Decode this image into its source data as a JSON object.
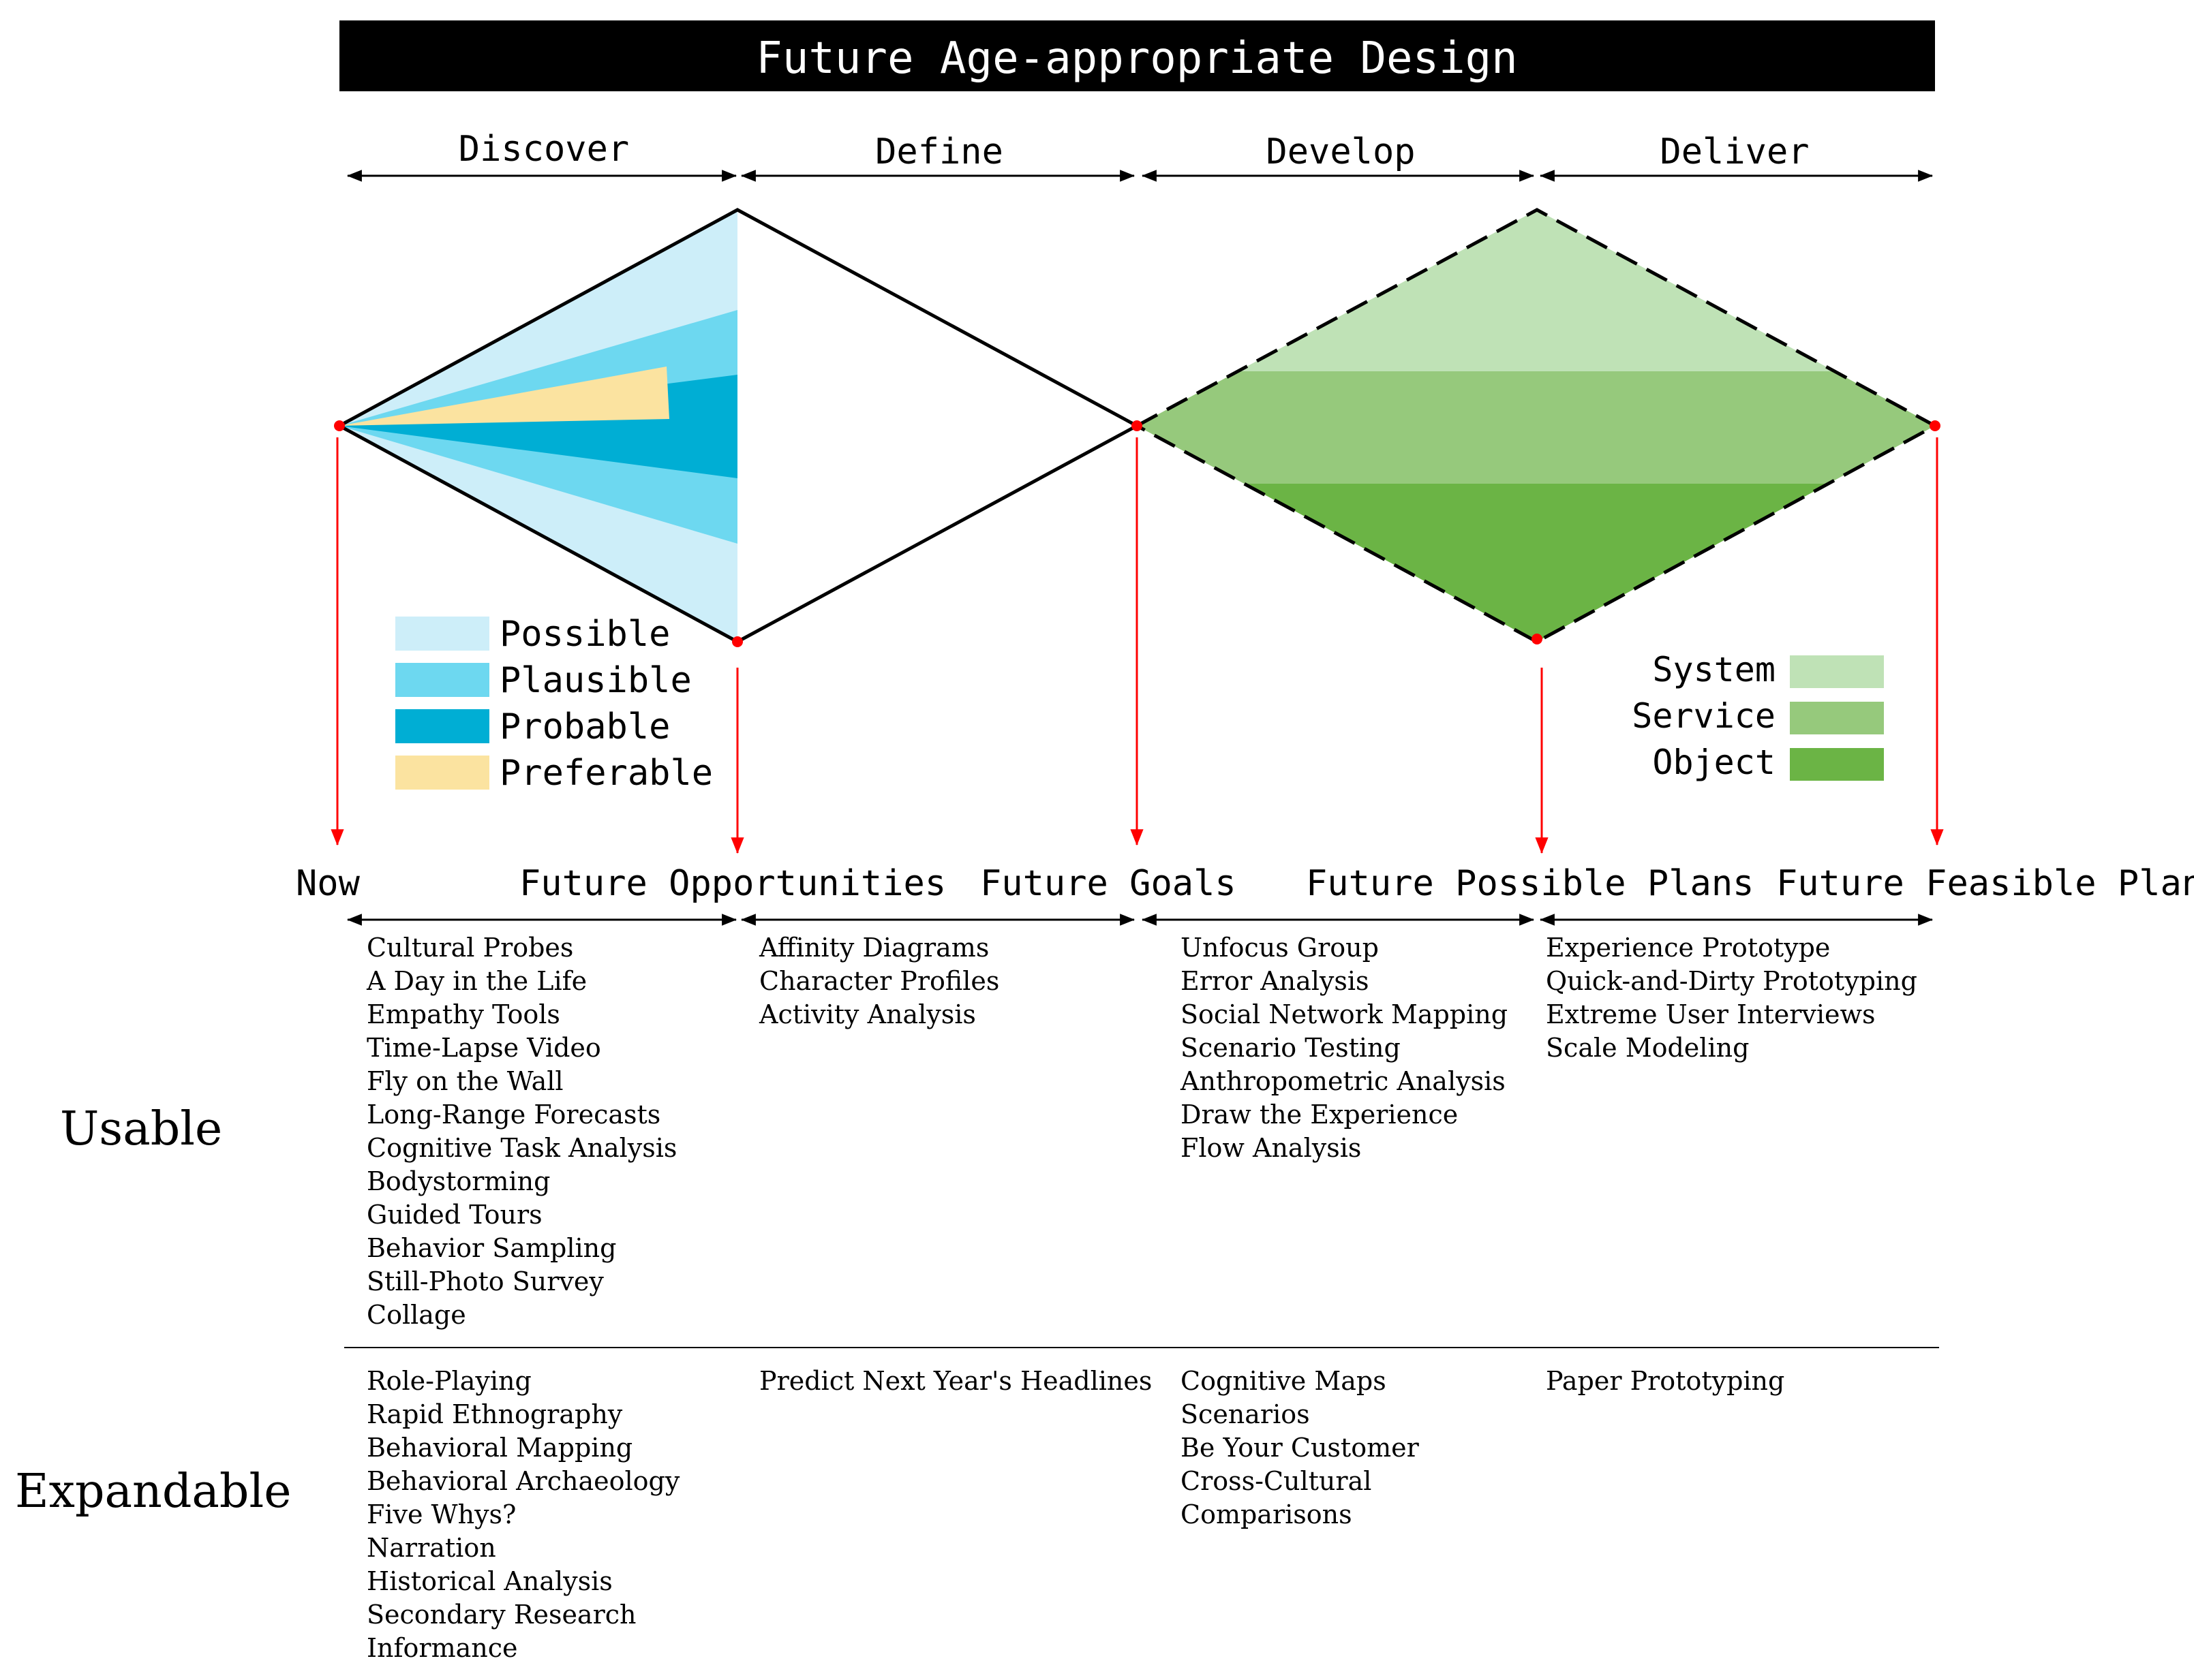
{
  "title": "Future Age-appropriate Design",
  "phases": [
    "Discover",
    "Define",
    "Develop",
    "Deliver"
  ],
  "milestones": [
    "Now",
    "Future Opportunities",
    "Future Goals",
    "Future Possible Plans",
    "Future Feasible Plans"
  ],
  "legend_futures": [
    {
      "label": "Possible",
      "color": "#cdeef9"
    },
    {
      "label": "Plausible",
      "color": "#6dd8f0"
    },
    {
      "label": "Probable",
      "color": "#00aed4"
    },
    {
      "label": "Preferable",
      "color": "#fbe3a0"
    }
  ],
  "legend_levels": [
    {
      "label": "System",
      "color": "#bfe2b6"
    },
    {
      "label": "Service",
      "color": "#96c97c"
    },
    {
      "label": "Object",
      "color": "#6bb445"
    }
  ],
  "rows": {
    "usable": "Usable",
    "expandable": "Expandable"
  },
  "methods": {
    "usable": [
      [
        "Cultural Probes",
        "A Day in the Life",
        "Empathy Tools",
        "Time-Lapse Video",
        "Fly on the Wall",
        "Long-Range Forecasts",
        "Cognitive Task Analysis",
        "Bodystorming",
        "Guided Tours",
        "Behavior Sampling",
        "Still-Photo Survey",
        "Collage"
      ],
      [
        "Affinity Diagrams",
        "Character Profiles",
        "Activity Analysis"
      ],
      [
        "Unfocus Group",
        "Error Analysis",
        "Social Network Mapping",
        "Scenario Testing",
        "Anthropometric Analysis",
        "Draw the Experience",
        "Flow Analysis"
      ],
      [
        "Experience Prototype",
        "Quick-and-Dirty Prototyping",
        "Extreme User Interviews",
        "Scale Modeling"
      ]
    ],
    "expandable": [
      [
        "Role-Playing",
        "Rapid Ethnography",
        "Behavioral Mapping",
        "Behavioral Archaeology",
        "Five Whys?",
        "Narration",
        "Historical Analysis",
        "Secondary Research",
        "Informance"
      ],
      [
        "Predict Next Year's Headlines"
      ],
      [
        "Cognitive Maps",
        "Scenarios",
        "Be Your Customer",
        "Cross-Cultural",
        "Comparisons"
      ],
      [
        "Paper Prototyping"
      ]
    ]
  }
}
